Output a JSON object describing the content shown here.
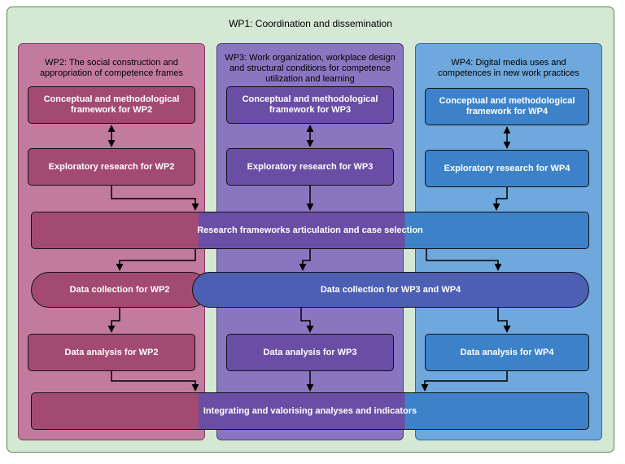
{
  "wp1": {
    "title": "WP1: Coordination and dissemination"
  },
  "wp2": {
    "title": "WP2: The social construction and appropriation of competence frames",
    "conceptual": "Conceptual and methodological framework for WP2",
    "exploratory": "Exploratory research for WP2",
    "data_collection": "Data collection for WP2",
    "data_analysis": "Data analysis for WP2"
  },
  "wp3": {
    "title": "WP3: Work organization, workplace design and structural conditions for competence utilization and learning",
    "conceptual": "Conceptual and methodological framework for WP3",
    "exploratory": "Exploratory research for WP3",
    "data_analysis": "Data analysis for WP3"
  },
  "wp4": {
    "title": "WP4: Digital media uses and competences in new work practices",
    "conceptual": "Conceptual and methodological framework for WP4",
    "exploratory": "Exploratory research for WP4",
    "data_analysis": "Data analysis for WP4"
  },
  "shared": {
    "research_frameworks": "Research frameworks articulation and case selection",
    "data_collection_34": "Data collection for WP3 and WP4",
    "integrating": "Integrating and valorising analyses and indicators"
  },
  "colors": {
    "wp1_bg": "#d5e8d4",
    "wp2_col": "#c27b9f",
    "wp2_box": "#a34a73",
    "wp3_col": "#8a76c0",
    "wp3_box": "#6a4ea6",
    "wp4_col": "#6fa8dc",
    "wp4_box": "#3d82c8"
  }
}
